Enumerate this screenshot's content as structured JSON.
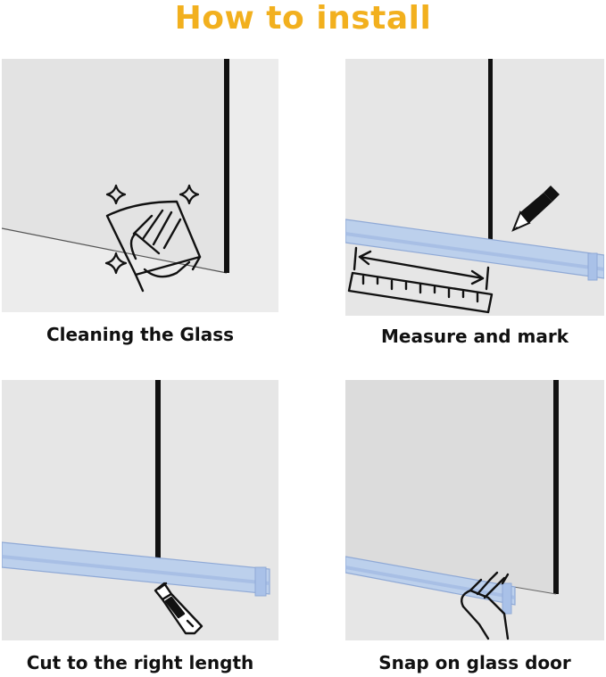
{
  "title": "How to install",
  "colors": {
    "title": "#f2b01e",
    "panel_bg": "#ececec",
    "glass": "#dedfe0",
    "seal": "#bcd0ec",
    "seal_edge": "#8fa9d6",
    "ink": "#111111"
  },
  "steps": [
    {
      "caption": "Cleaning the Glass",
      "icon": "hand-wiping-cloth-icon"
    },
    {
      "caption": "Measure and mark",
      "icon": "pencil-and-ruler-icon"
    },
    {
      "caption": "Cut to the right length",
      "icon": "utility-knife-icon"
    },
    {
      "caption": "Snap on glass door",
      "icon": "hand-pressing-icon"
    }
  ]
}
